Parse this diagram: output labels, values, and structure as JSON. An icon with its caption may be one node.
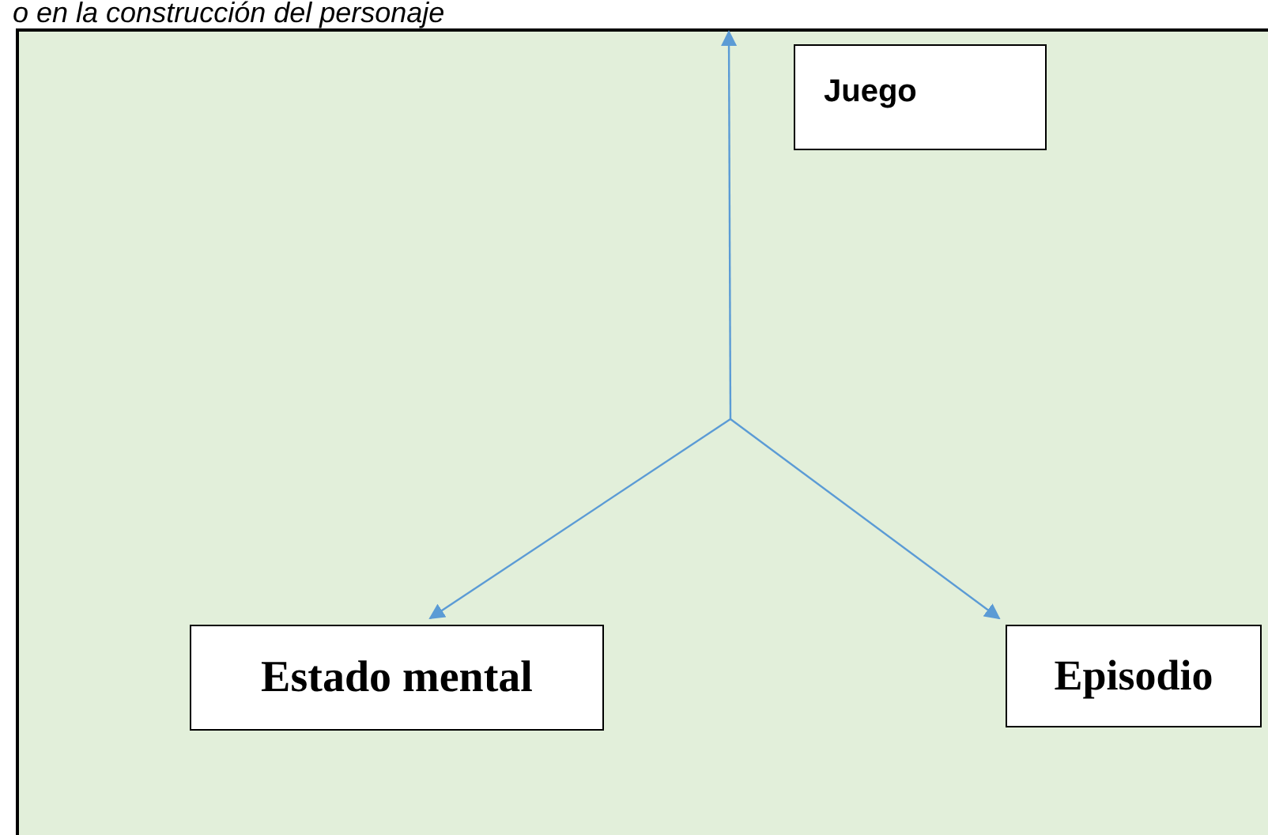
{
  "diagram": {
    "title": "o en la construcción del personaje",
    "nodes": [
      {
        "text": [],
        "shape": "box"
      },
      {
        "text": [
          "Juego"
        ],
        "in": 0
      },
      {
        "text": [
          "Estado mental"
        ],
        "in": 0
      },
      {
        "text": [
          "Episodio"
        ],
        "in": 0
      }
    ],
    "edges": [
      {
        "from": null,
        "to": 1,
        "arrow": "to"
      },
      {
        "from": null,
        "to": 2,
        "arrow": "to"
      },
      {
        "from": null,
        "to": 3,
        "arrow": "to"
      }
    ]
  }
}
